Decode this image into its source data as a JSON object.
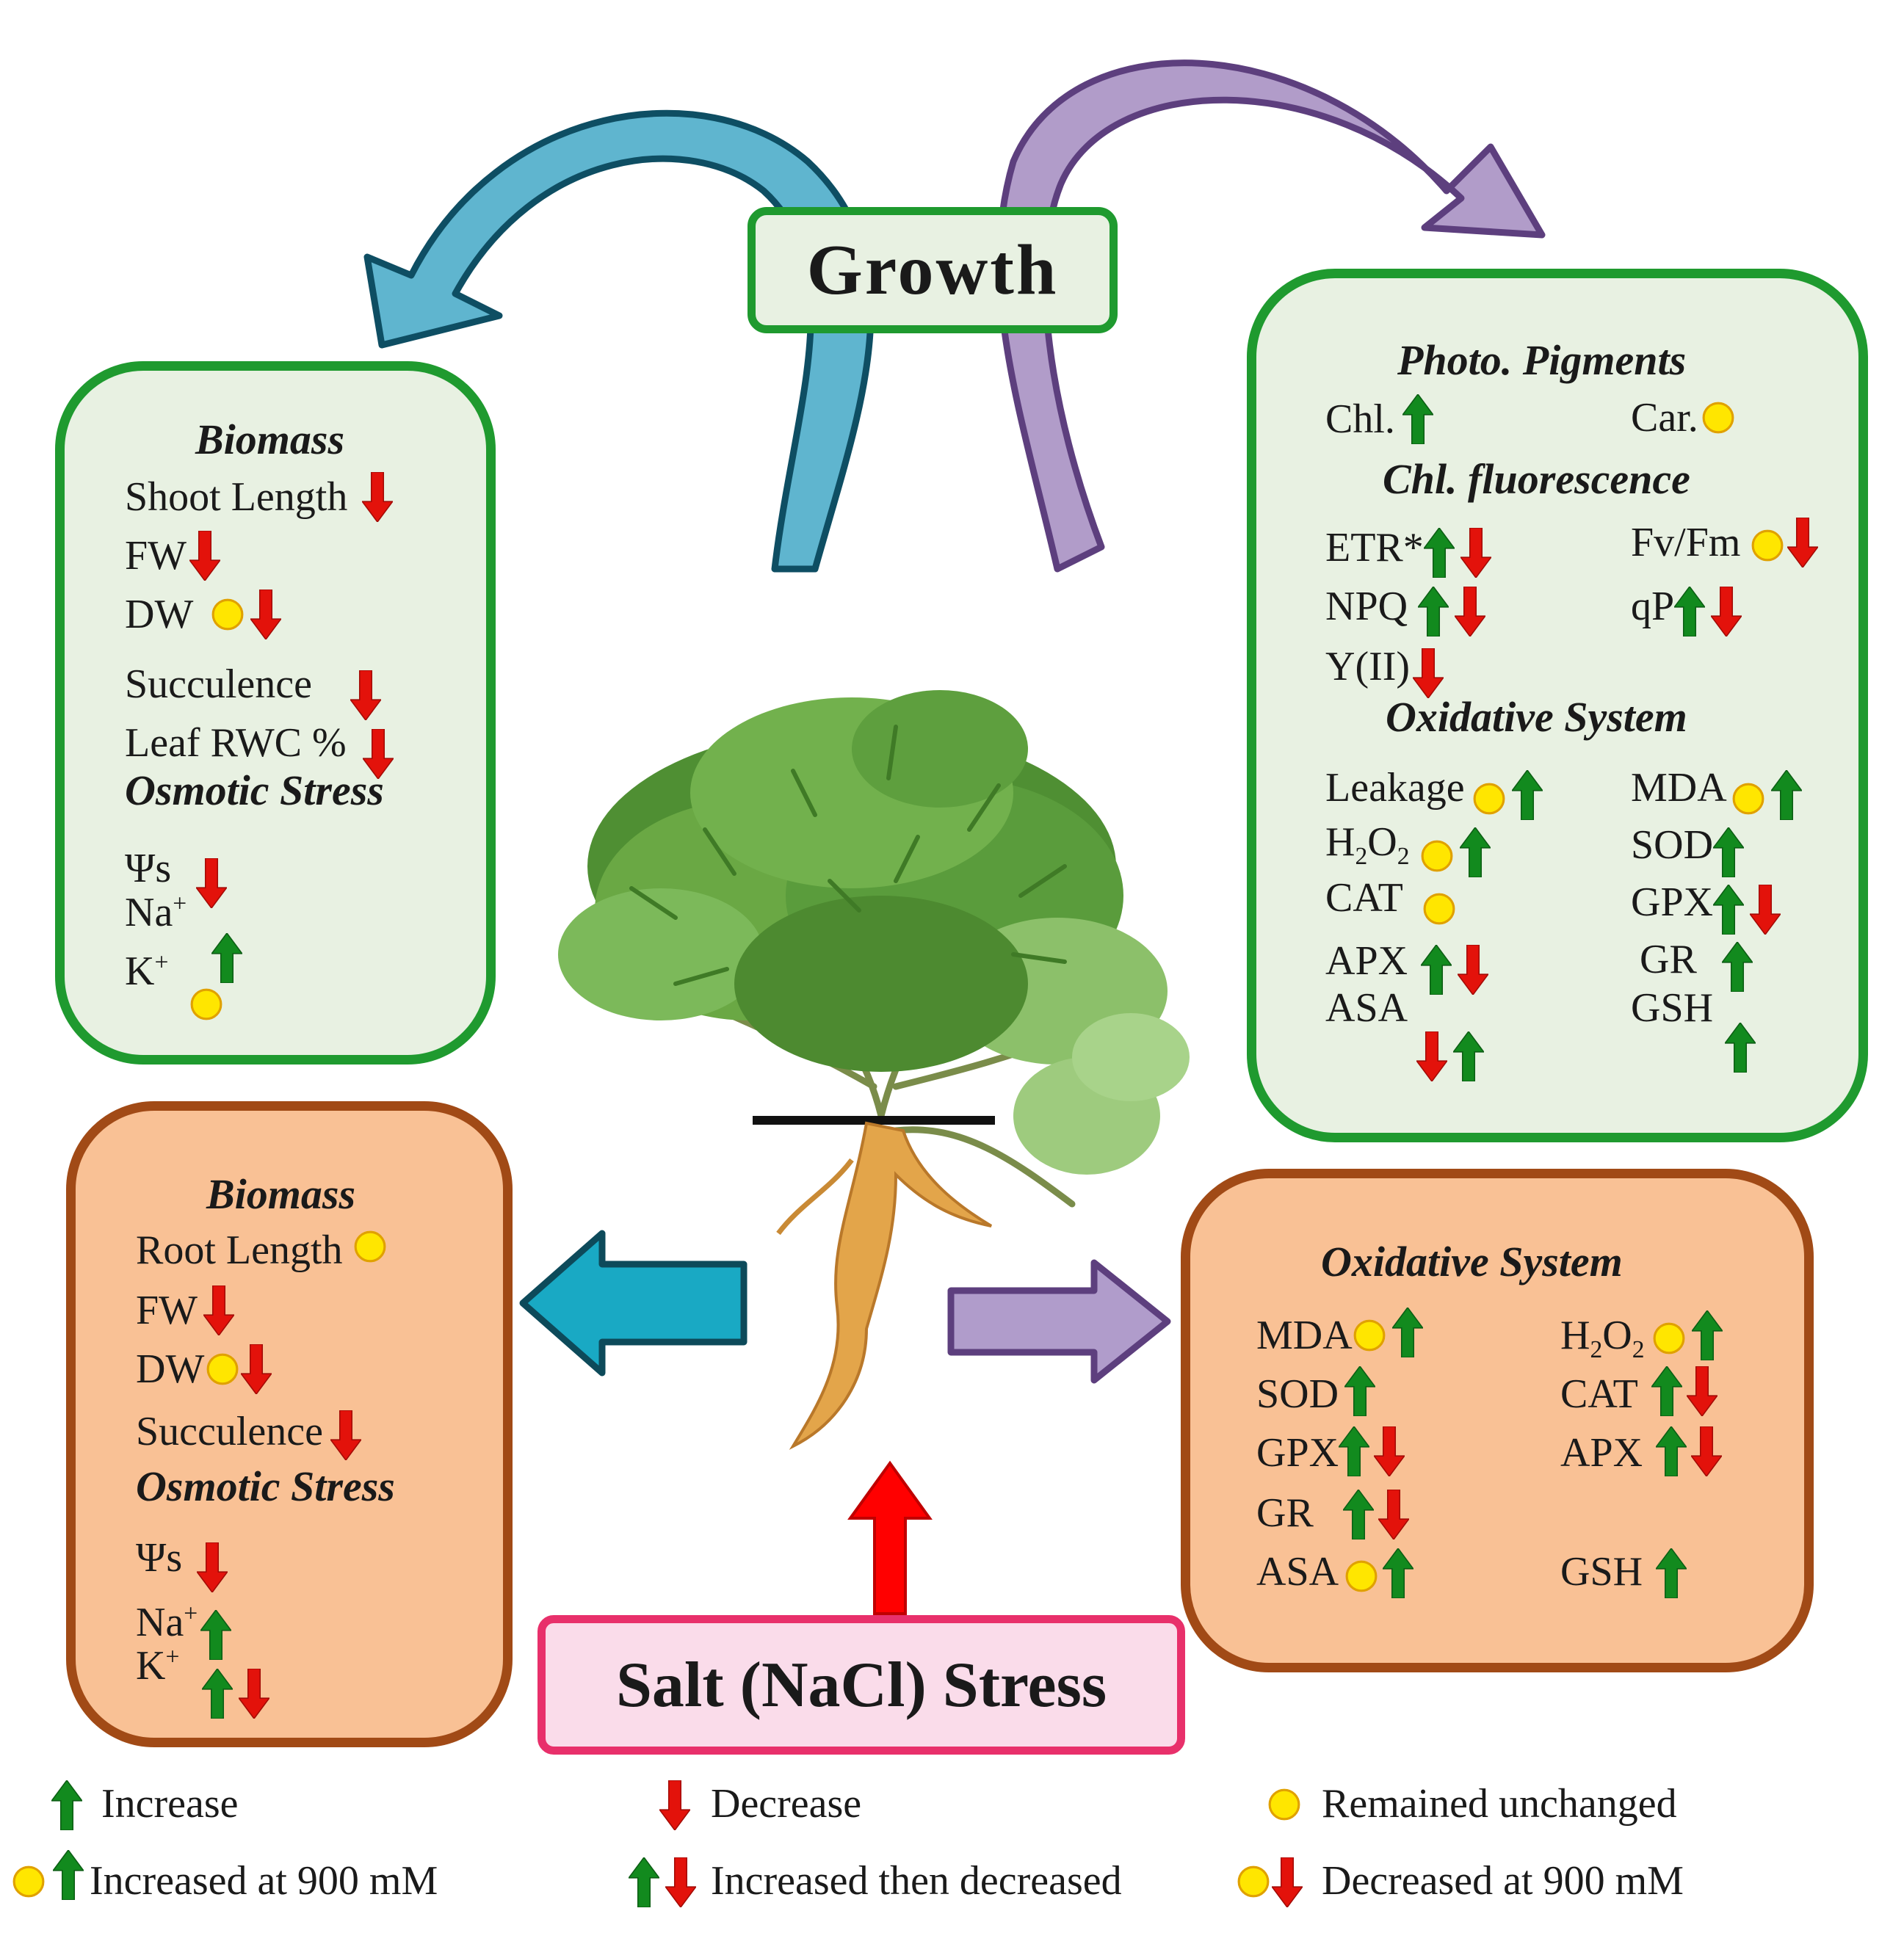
{
  "center": {
    "growth": "Growth",
    "stress": "Salt (NaCl) Stress"
  },
  "shoot_left": {
    "title1": "Biomass",
    "items1": [
      "Shoot Length",
      "FW",
      "DW",
      "Succulence",
      "Leaf RWC %"
    ],
    "title2": "Osmotic Stress",
    "items2": [
      "Ψs",
      "Na",
      "K"
    ]
  },
  "shoot_right": {
    "title1": "Photo. Pigments",
    "chl": "Chl.",
    "car": "Car.",
    "title2": "Chl. fluorescence",
    "etr": "ETR*",
    "fvfm": "Fv/Fm",
    "npq": "NPQ",
    "qp": "qP",
    "y2": "Y(II)",
    "title3": "Oxidative System",
    "leakage": "Leakage",
    "mda": "MDA",
    "h2o2": "H",
    "sod": "SOD",
    "cat": "CAT",
    "gpx": "GPX",
    "apx": "APX",
    "gr": "GR",
    "asa": "ASA",
    "gsh": "GSH"
  },
  "root_left": {
    "title1": "Biomass",
    "items1": [
      "Root Length",
      "FW",
      "DW",
      "Succulence"
    ],
    "title2": "Osmotic Stress",
    "items2": [
      "Ψs",
      "Na",
      "K"
    ]
  },
  "root_right": {
    "title": "Oxidative System",
    "mda": "MDA",
    "h2o2": "H",
    "sod": "SOD",
    "cat": "CAT",
    "gpx": "GPX",
    "apx": "APX",
    "gr": "GR",
    "asa": "ASA",
    "gsh": "GSH"
  },
  "legend": {
    "increase": "Increase",
    "decrease": "Decrease",
    "unchanged": "Remained unchanged",
    "inc900": "Increased at 900 mM",
    "incdec": "Increased then decreased",
    "dec900": "Decreased at 900 mM"
  },
  "colors": {
    "increase_arrow": "#128a1e",
    "decrease_arrow": "#e3120b",
    "unchanged_dot": "#ffe600",
    "shoot_box": "#e8f1e2",
    "root_box": "#f9c195",
    "stress_arrow": "#ff0000"
  }
}
